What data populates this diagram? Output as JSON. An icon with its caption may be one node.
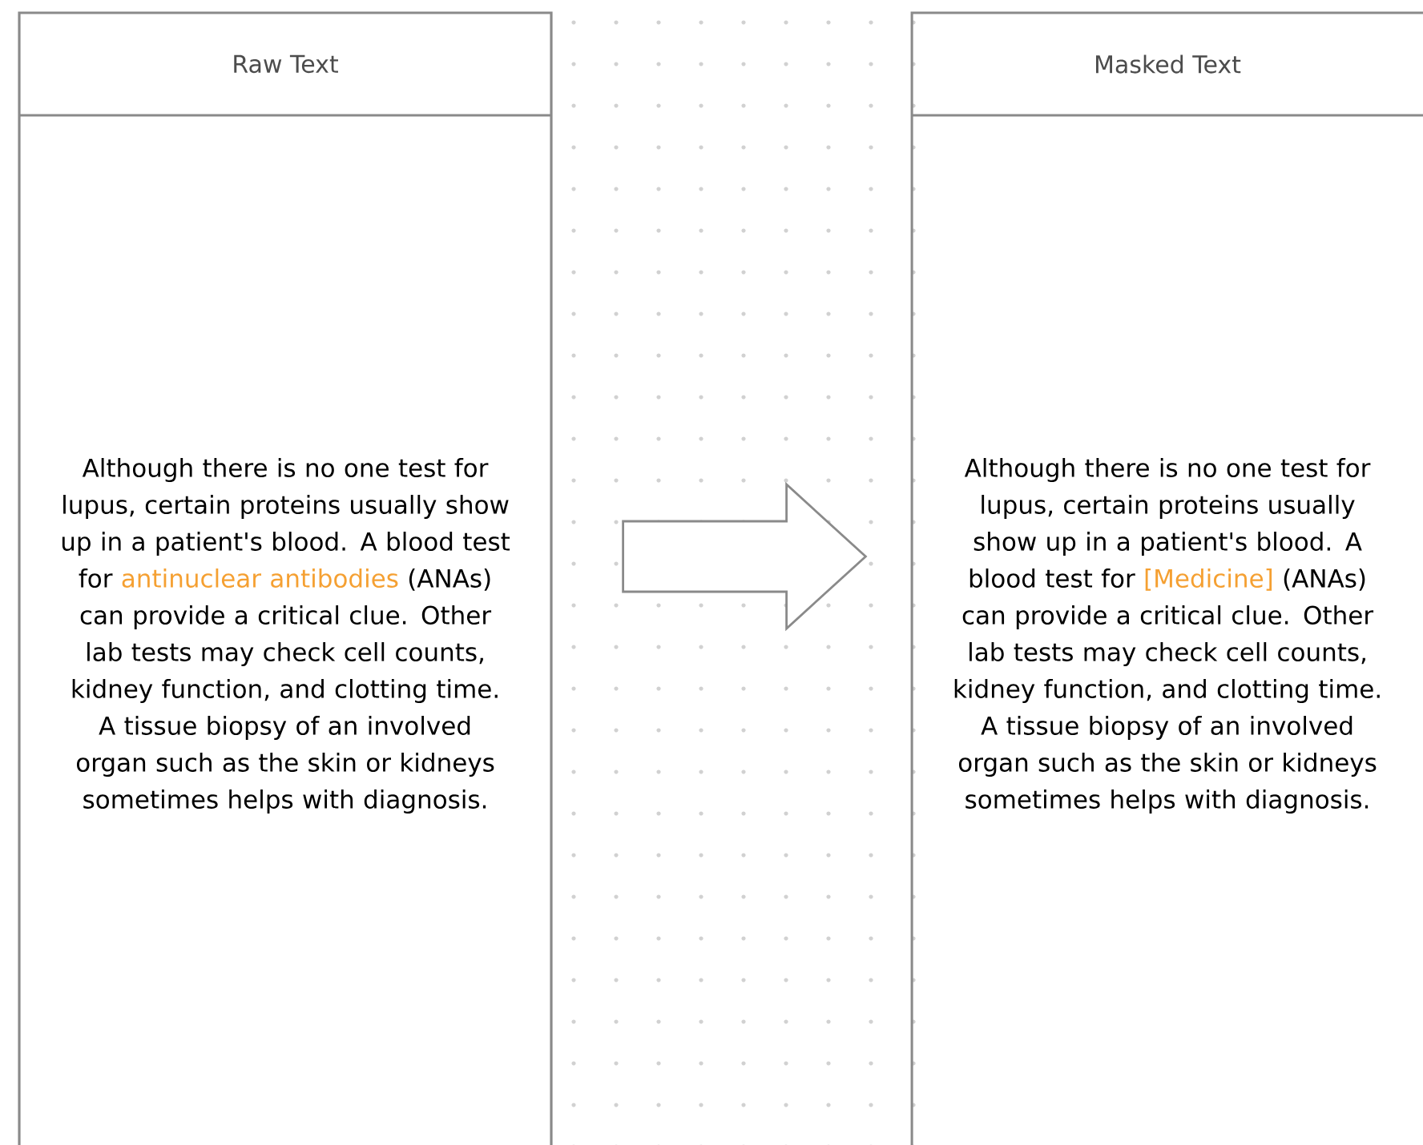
{
  "diagram": {
    "nodes": [
      {
        "text": [
          "Raw Text",
          "Although there is no one test for lupus, certain proteins usually show up in a patient's blood. A blood test for",
          "antinuclear antibodies",
          "(ANAs) can provide a critical clue. Other lab tests may check cell counts, kidney function, and clotting time. A tissue biopsy of an involved organ such as the skin or kidneys sometimes helps with diagnosis."
        ]
      },
      {
        "text": [
          "Masked Text",
          "Although there is no one test for lupus, certain proteins usually show up in a patient's blood. A blood test for",
          "[Medicine]",
          "(ANAs) can provide a critical clue. Other lab tests may check cell counts, kidney function, and clotting time. A tissue biopsy of an involved organ such as the skin or kidneys sometimes helps with diagnosis."
        ]
      }
    ],
    "edges": [
      {
        "from": 0,
        "to": 1,
        "arrow": "to"
      }
    ]
  }
}
